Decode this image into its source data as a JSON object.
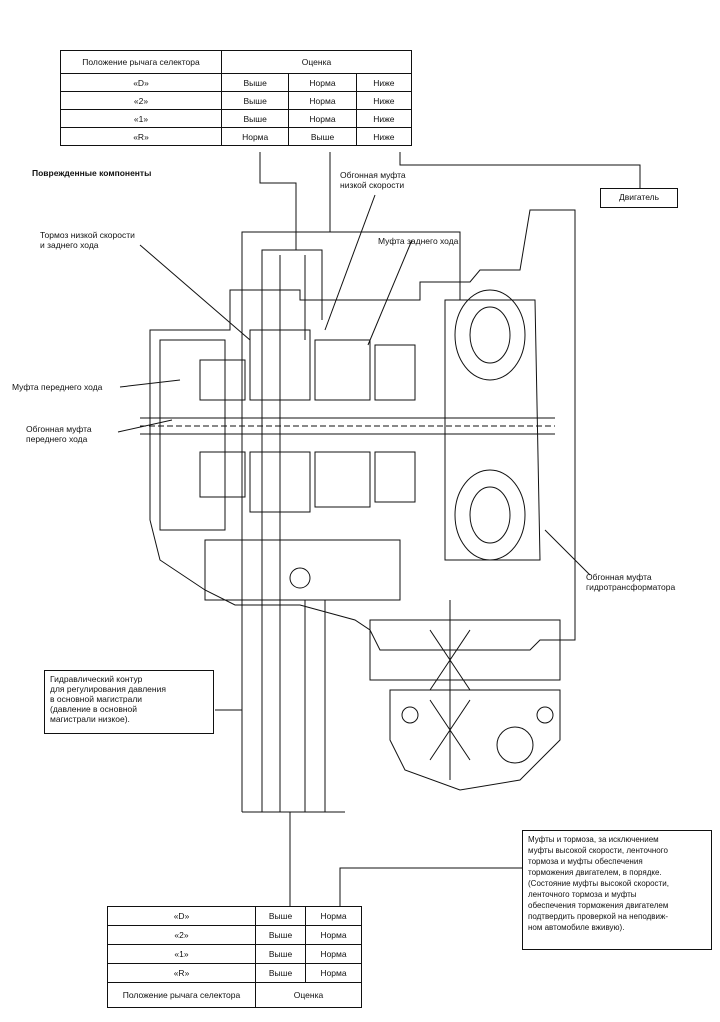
{
  "top_table": {
    "header_col1": "Положение рычага селектора",
    "header_col2": "Оценка",
    "rows": [
      {
        "pos": "«D»",
        "c1": "Выше",
        "c2": "Норма",
        "c3": "Ниже"
      },
      {
        "pos": "«2»",
        "c1": "Выше",
        "c2": "Норма",
        "c3": "Ниже"
      },
      {
        "pos": "«1»",
        "c1": "Выше",
        "c2": "Норма",
        "c3": "Ниже"
      },
      {
        "pos": "«R»",
        "c1": "Норма",
        "c2": "Выше",
        "c3": "Ниже"
      }
    ]
  },
  "labels": {
    "damaged": "Поврежденные компоненты",
    "low_overrun": "Обгонная муфта\nнизкой скорости",
    "engine": "Двигатель",
    "low_brake": "Тормоз низкой скорости\nи заднего хода",
    "reverse_clutch": "Муфта заднего хода",
    "forward_clutch": "Муфта переднего хода",
    "forward_overrun": "Обгонная муфта\nпереднего хода",
    "converter_overrun": "Обгонная муфта\nгидротрансформатора",
    "hydraulic": "Гидравлический контур\nдля регулирования давления\nв основной магистрали\n(давление в основной\nмагистрали низкое).",
    "clutches_note": "Муфты и тормоза, за исключением\nмуфты высокой скорости, ленточного\nтормоза и муфты обеспечения\nторможения двигателем, в порядке.\n(Состояние муфты высокой скорости,\nленточного тормоза и муфты\nобеспечения торможения двигателем\nподтвердить проверкой на неподвиж-\nном автомобиле вживую)."
  },
  "bottom_table": {
    "rows": [
      {
        "pos": "«D»",
        "c1": "Выше",
        "c2": "Норма"
      },
      {
        "pos": "«2»",
        "c1": "Выше",
        "c2": "Норма"
      },
      {
        "pos": "«1»",
        "c1": "Выше",
        "c2": "Норма"
      },
      {
        "pos": "«R»",
        "c1": "Выше",
        "c2": "Норма"
      }
    ],
    "footer_col1": "Положение рычага селектора",
    "footer_col2": "Оценка"
  }
}
